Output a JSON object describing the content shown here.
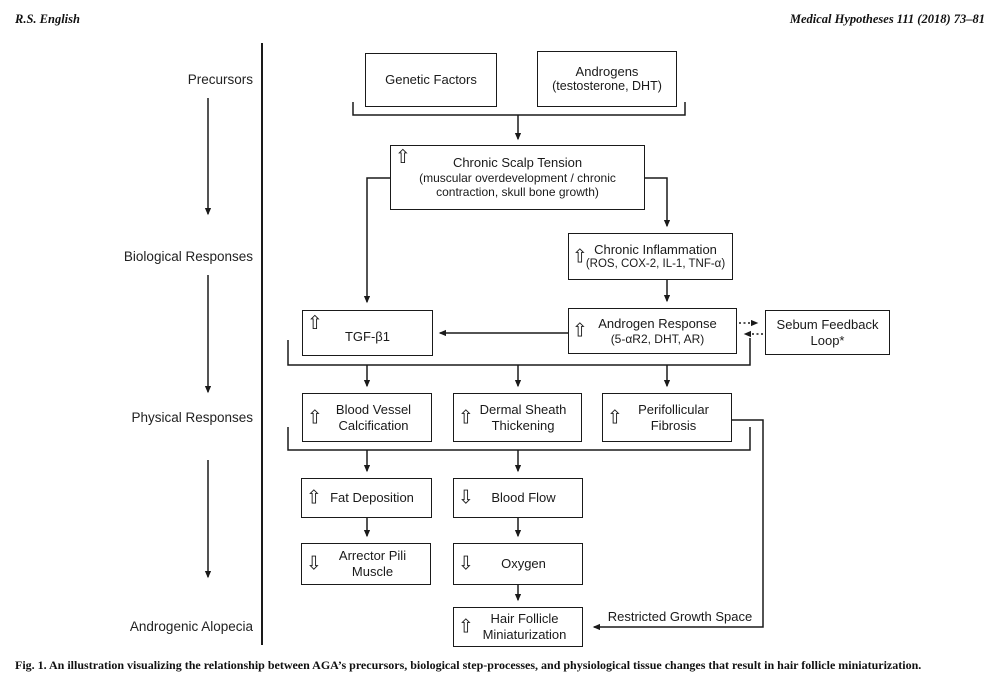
{
  "header": {
    "author": "R.S. English",
    "journal": "Medical Hypotheses 111 (2018) 73–81"
  },
  "icons": {
    "up_arrow": "⇧",
    "down_arrow": "⇩"
  },
  "stages": [
    {
      "label": "Precursors"
    },
    {
      "label": "Biological Responses"
    },
    {
      "label": "Physical Responses"
    },
    {
      "label": "Androgenic Alopecia"
    }
  ],
  "boxes": {
    "genetic_factors": {
      "title": "Genetic Factors"
    },
    "androgens": {
      "title": "Androgens",
      "subtitle": "(testosterone, DHT)"
    },
    "chronic_scalp_tension": {
      "title": "Chronic Scalp Tension",
      "subtitle": "(muscular overdevelopment / chronic contraction, skull bone growth)",
      "trend": "up"
    },
    "chronic_inflammation": {
      "title": "Chronic Inflammation",
      "subtitle": "(ROS, COX-2, IL-1, TNF-α)",
      "trend": "up"
    },
    "tgf_b1": {
      "title": "TGF-β1",
      "trend": "up"
    },
    "androgen_response": {
      "title": "Androgen Response",
      "subtitle": "(5-αR2, DHT, AR)",
      "trend": "up"
    },
    "sebum_feedback_loop": {
      "title": "Sebum Feedback Loop*"
    },
    "blood_vessel_calcification": {
      "title": "Blood Vessel Calcification",
      "trend": "up"
    },
    "dermal_sheath_thickening": {
      "title": "Dermal Sheath Thickening",
      "trend": "up"
    },
    "perifollicular_fibrosis": {
      "title": "Perifollicular Fibrosis",
      "trend": "up"
    },
    "fat_deposition": {
      "title": "Fat Deposition",
      "trend": "up"
    },
    "blood_flow": {
      "title": "Blood Flow",
      "trend": "down"
    },
    "arrector_pili_muscle": {
      "title": "Arrector Pili Muscle",
      "trend": "down"
    },
    "oxygen": {
      "title": "Oxygen",
      "trend": "down"
    },
    "hair_follicle_miniaturization": {
      "title": "Hair Follicle Miniaturization",
      "trend": "up"
    }
  },
  "annotations": {
    "restricted_growth_space": "Restricted Growth Space"
  },
  "caption": {
    "label": "Fig. 1.",
    "text": " An illustration visualizing the relationship between AGA’s precursors, biological step-processes, and physiological tissue changes that result in hair follicle miniaturization."
  }
}
